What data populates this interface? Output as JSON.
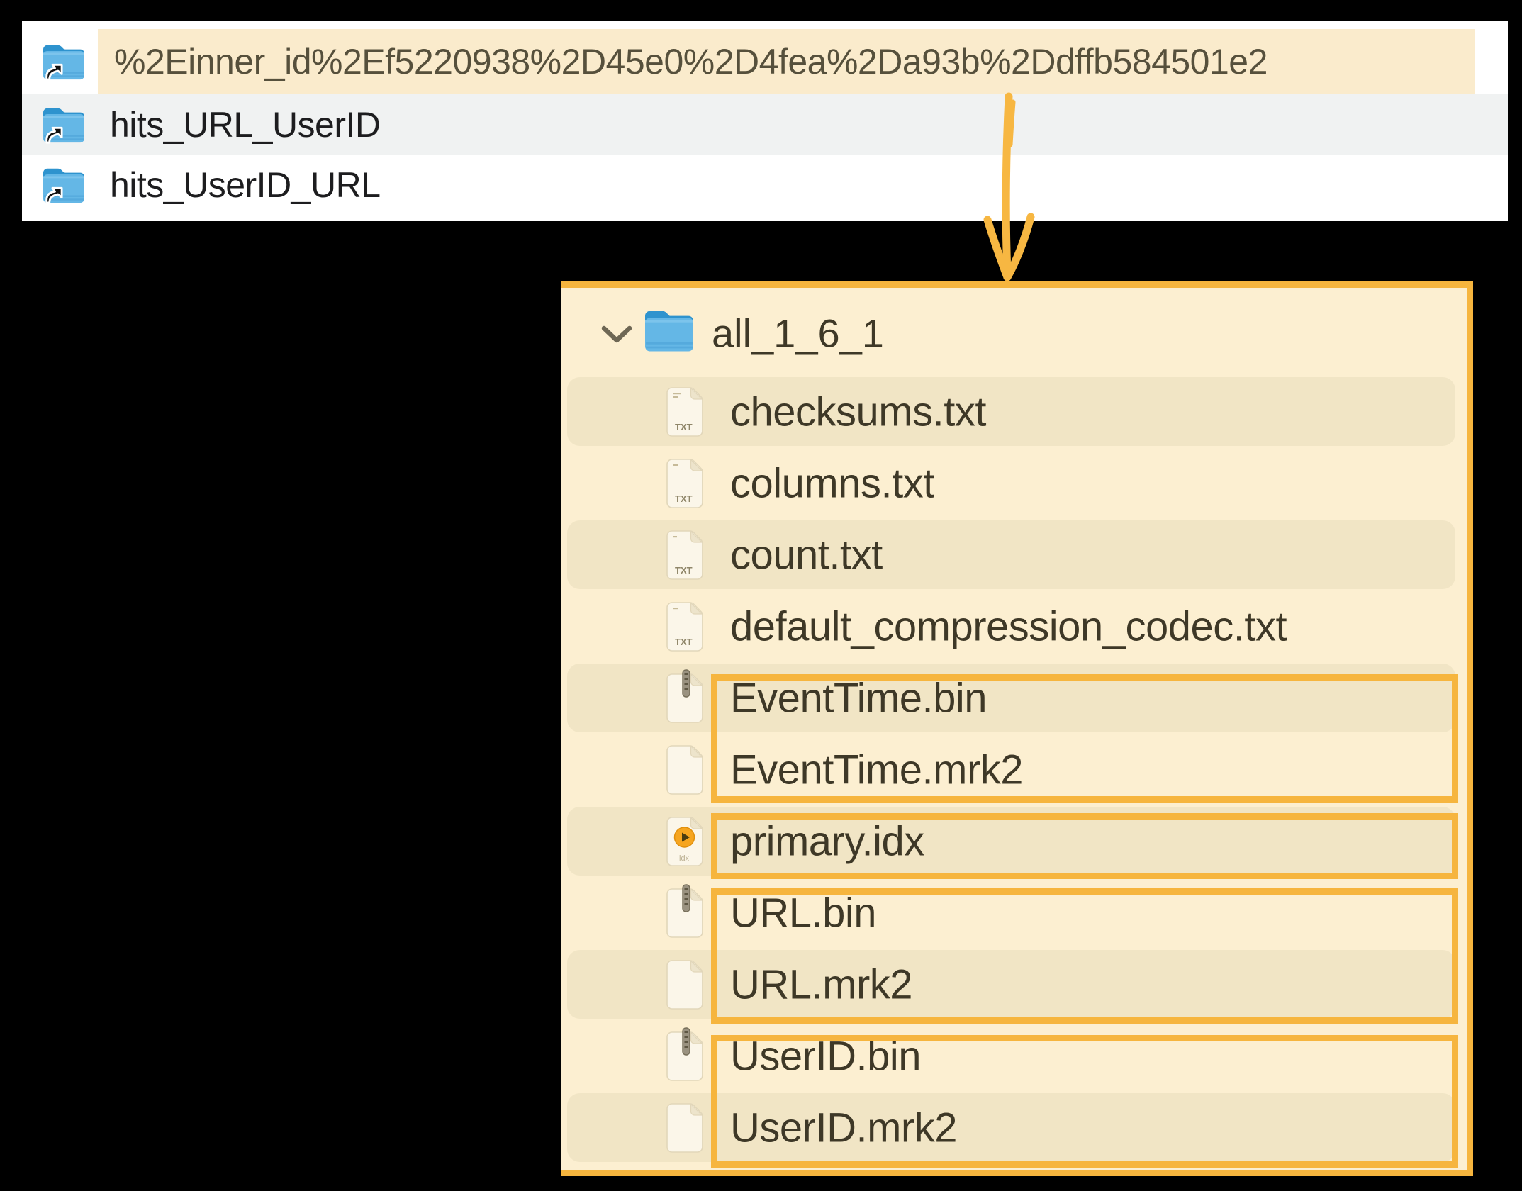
{
  "finder_list": {
    "items": [
      {
        "name": "%2Einner_id%2Ef5220938%2D45e0%2D4fea%2Da93b%2Ddffb584501e2",
        "icon": "alias-folder-icon",
        "highlighted": true
      },
      {
        "name": "hits_URL_UserID",
        "icon": "alias-folder-icon",
        "highlighted": false
      },
      {
        "name": "hits_UserID_URL",
        "icon": "alias-folder-icon",
        "highlighted": false
      }
    ]
  },
  "annotation": {
    "arrow": "hand-drawn down arrow from highlighted folder to expanded folder contents",
    "highlight_groups": [
      "EventTime.bin + EventTime.mrk2",
      "primary.idx",
      "URL.bin + URL.mrk2",
      "UserID.bin + UserID.mrk2"
    ]
  },
  "tree_panel": {
    "root": {
      "label": "all_1_6_1",
      "icon": "folder-icon",
      "expanded": true
    },
    "files": [
      {
        "name": "checksums.txt",
        "icon": "text-file-icon",
        "striped": true
      },
      {
        "name": "columns.txt",
        "icon": "text-file-icon",
        "striped": false
      },
      {
        "name": "count.txt",
        "icon": "text-file-icon",
        "striped": true
      },
      {
        "name": "default_compression_codec.txt",
        "icon": "text-file-icon",
        "striped": false
      },
      {
        "name": "EventTime.bin",
        "icon": "binary-file-icon",
        "striped": true
      },
      {
        "name": "EventTime.mrk2",
        "icon": "blank-file-icon",
        "striped": false
      },
      {
        "name": "primary.idx",
        "icon": "index-file-icon",
        "striped": true
      },
      {
        "name": "URL.bin",
        "icon": "binary-file-icon",
        "striped": false
      },
      {
        "name": "URL.mrk2",
        "icon": "blank-file-icon",
        "striped": true
      },
      {
        "name": "UserID.bin",
        "icon": "binary-file-icon",
        "striped": false
      },
      {
        "name": "UserID.mrk2",
        "icon": "blank-file-icon",
        "striped": true
      }
    ]
  },
  "colors": {
    "annotation_orange": "#F6B53E",
    "selection_cream": "#FAEBCC",
    "panel_cream": "#FCEFD1",
    "panel_stripe": "#F1E5C5",
    "alt_row_gray": "#F0F2F2",
    "folder_blue": "#5FB2E4",
    "background": "#000000"
  }
}
